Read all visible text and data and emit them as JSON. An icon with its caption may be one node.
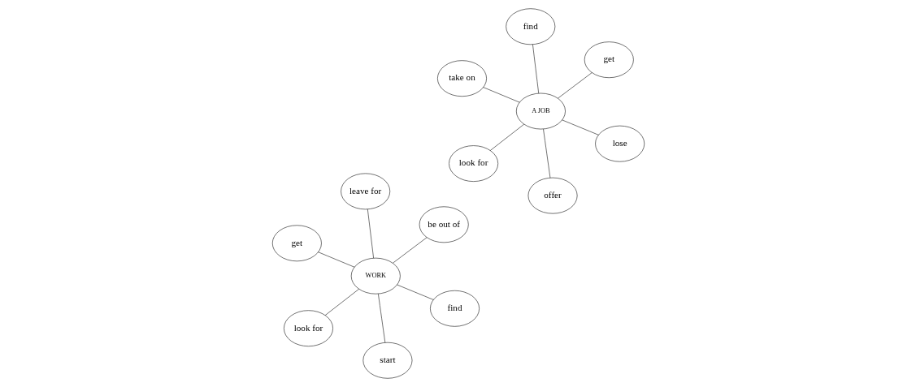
{
  "diagram": {
    "nodes": [
      {
        "text": [
          "get"
        ]
      },
      {
        "text": [
          "find"
        ]
      },
      {
        "text": [
          "start"
        ]
      },
      {
        "text": [
          "WORK"
        ]
      },
      {
        "text": [
          "be out of"
        ]
      },
      {
        "text": [
          "leave for"
        ]
      },
      {
        "text": [
          "look for"
        ]
      },
      {
        "text": [
          "take on"
        ]
      },
      {
        "text": [
          "lose"
        ]
      },
      {
        "text": [
          "offer"
        ]
      },
      {
        "text": [
          "A JOB"
        ]
      },
      {
        "text": [
          "get"
        ]
      },
      {
        "text": [
          "find"
        ]
      },
      {
        "text": [
          "look for"
        ]
      }
    ],
    "edges": [
      {
        "from": 3,
        "to": 0,
        "arrow": "none"
      },
      {
        "from": 3,
        "to": 1,
        "arrow": "none"
      },
      {
        "from": 3,
        "to": 2,
        "arrow": "none"
      },
      {
        "from": 3,
        "to": 4,
        "arrow": "none"
      },
      {
        "from": 3,
        "to": 5,
        "arrow": "none"
      },
      {
        "from": 3,
        "to": 6,
        "arrow": "none"
      },
      {
        "from": 10,
        "to": 7,
        "arrow": "none"
      },
      {
        "from": 10,
        "to": 8,
        "arrow": "none"
      },
      {
        "from": 10,
        "to": 9,
        "arrow": "none"
      },
      {
        "from": 10,
        "to": 11,
        "arrow": "none"
      },
      {
        "from": 10,
        "to": 12,
        "arrow": "none"
      },
      {
        "from": 10,
        "to": 13,
        "arrow": "none"
      }
    ]
  }
}
